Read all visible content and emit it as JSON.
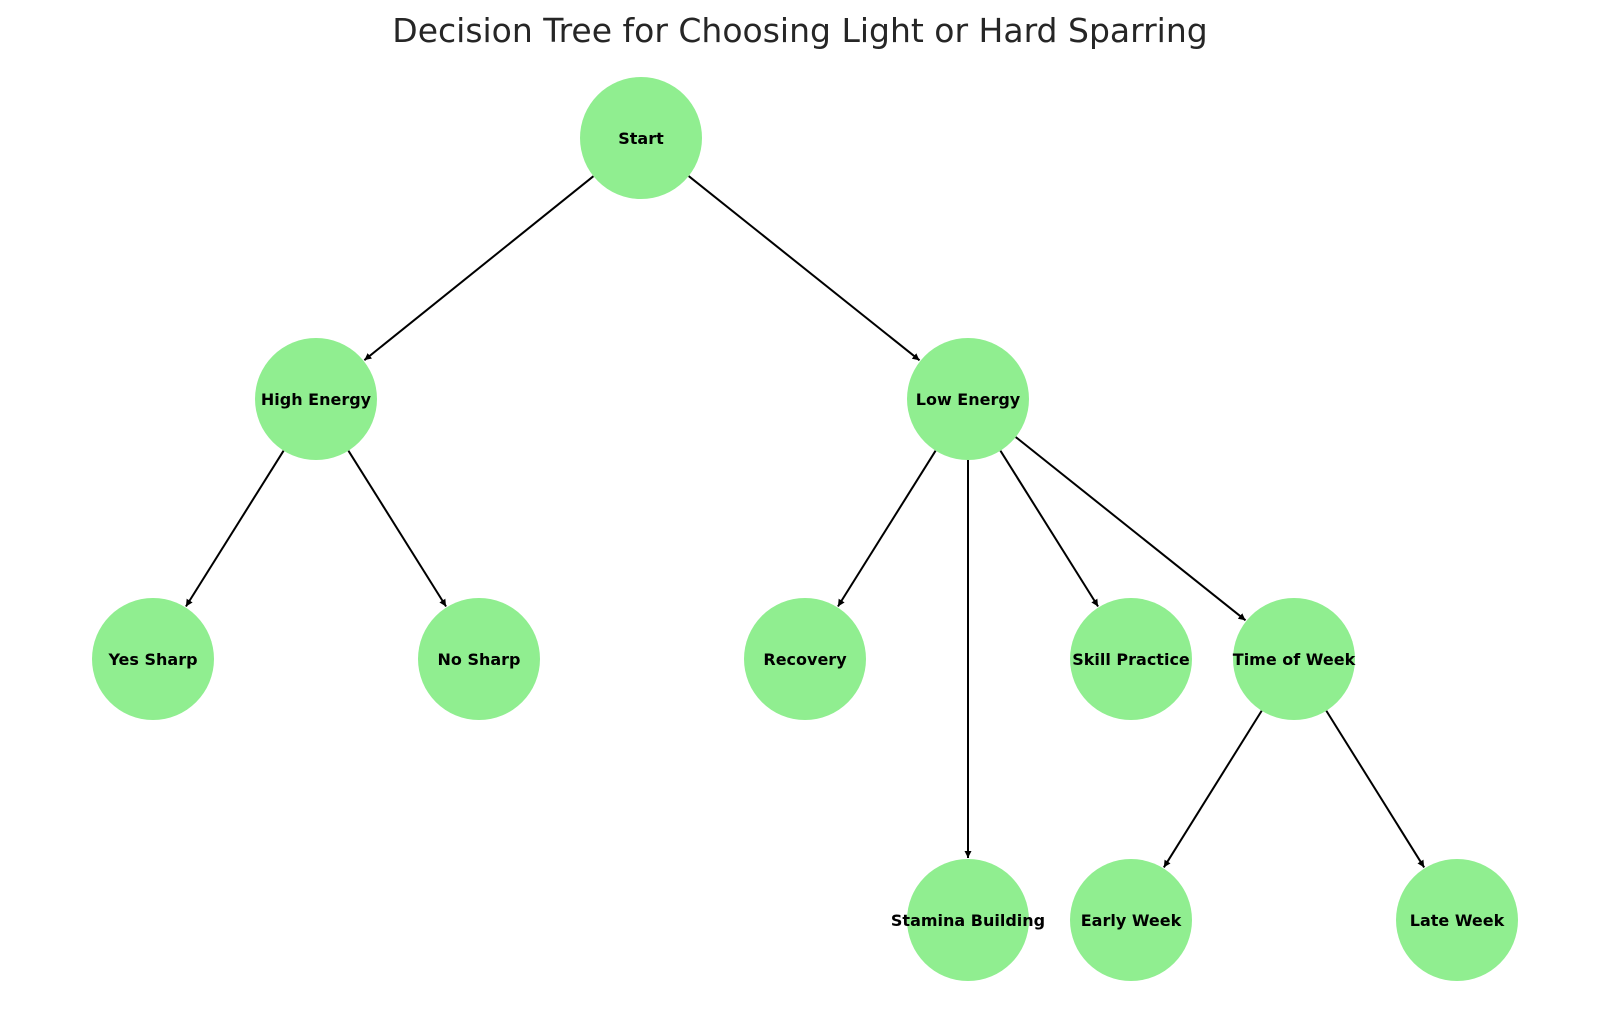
{
  "title": "Decision Tree for Choosing Light or Hard Sparring",
  "colors": {
    "node_fill": "#90ee90",
    "edge": "#000000",
    "label": "#000000",
    "title": "#262626",
    "background": "#ffffff"
  },
  "nodes": [
    {
      "id": "start",
      "label": "Start"
    },
    {
      "id": "high_energy",
      "label": "High Energy"
    },
    {
      "id": "low_energy",
      "label": "Low Energy"
    },
    {
      "id": "yes_sharp",
      "label": "Yes Sharp"
    },
    {
      "id": "no_sharp",
      "label": "No Sharp"
    },
    {
      "id": "recovery",
      "label": "Recovery"
    },
    {
      "id": "skill_practice",
      "label": "Skill Practice"
    },
    {
      "id": "time_of_week",
      "label": "Time of Week"
    },
    {
      "id": "stamina_building",
      "label": "Stamina Building"
    },
    {
      "id": "early_week",
      "label": "Early Week"
    },
    {
      "id": "late_week",
      "label": "Late Week"
    }
  ],
  "edges": [
    {
      "from": "start",
      "to": "high_energy"
    },
    {
      "from": "start",
      "to": "low_energy"
    },
    {
      "from": "high_energy",
      "to": "yes_sharp"
    },
    {
      "from": "high_energy",
      "to": "no_sharp"
    },
    {
      "from": "low_energy",
      "to": "recovery"
    },
    {
      "from": "low_energy",
      "to": "stamina_building"
    },
    {
      "from": "low_energy",
      "to": "skill_practice"
    },
    {
      "from": "low_energy",
      "to": "time_of_week"
    },
    {
      "from": "time_of_week",
      "to": "early_week"
    },
    {
      "from": "time_of_week",
      "to": "late_week"
    }
  ]
}
